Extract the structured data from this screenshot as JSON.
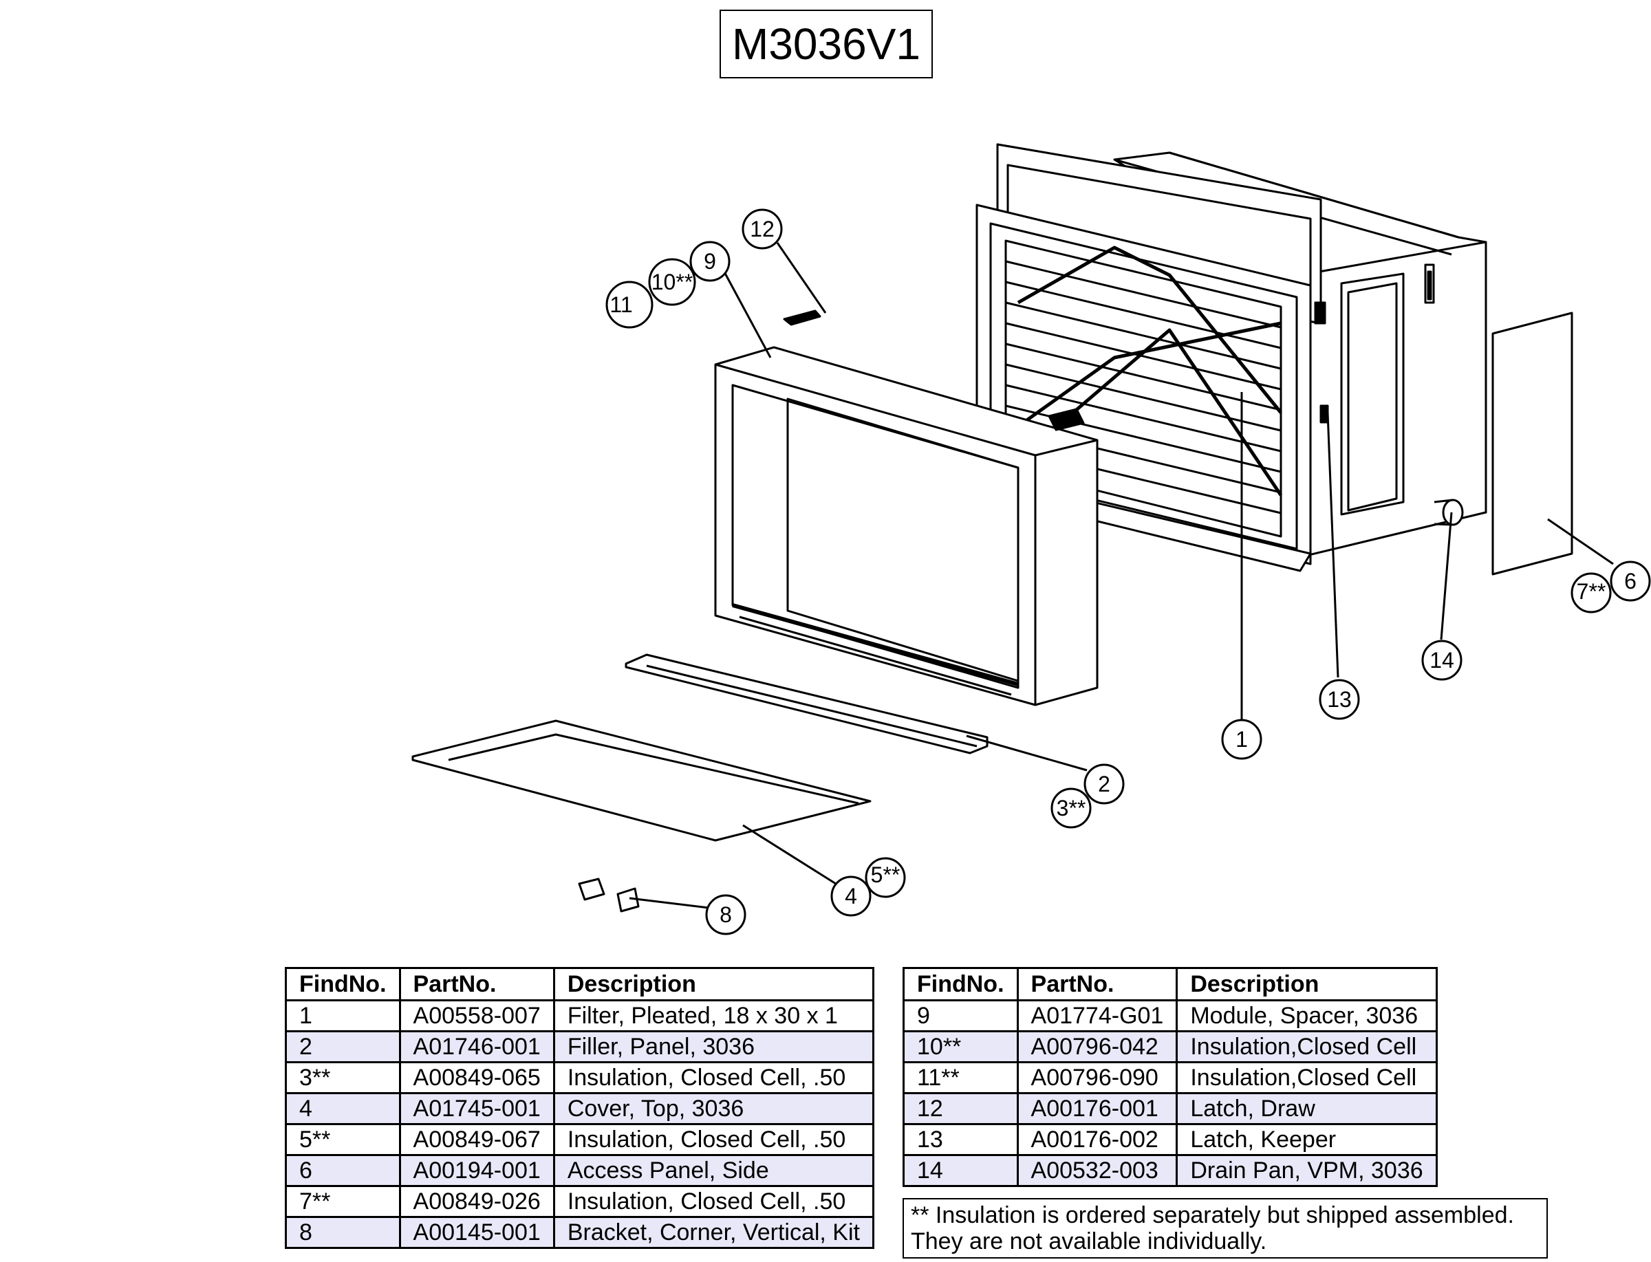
{
  "title": "M3036V1",
  "callouts": {
    "c1": "1",
    "c2": "2",
    "c3": "3**",
    "c4": "4",
    "c5": "5**",
    "c6": "6",
    "c7": "7**",
    "c8": "8",
    "c9": "9",
    "c10": "10**",
    "c11": "11",
    "c12": "12",
    "c13": "13",
    "c14": "14"
  },
  "parts_table_left": {
    "headers": [
      "FindNo.",
      "PartNo.",
      "Description"
    ],
    "rows": [
      [
        "1",
        "A00558-007",
        "Filter, Pleated, 18 x 30 x 1"
      ],
      [
        "2",
        "A01746-001",
        "Filler, Panel, 3036"
      ],
      [
        "3**",
        "A00849-065",
        "Insulation, Closed Cell, .50"
      ],
      [
        "4",
        "A01745-001",
        "Cover, Top, 3036"
      ],
      [
        "5**",
        "A00849-067",
        "Insulation, Closed Cell, .50"
      ],
      [
        "6",
        "A00194-001",
        "Access Panel, Side"
      ],
      [
        "7**",
        "A00849-026",
        "Insulation, Closed Cell, .50"
      ],
      [
        "8",
        "A00145-001",
        "Bracket, Corner, Vertical, Kit"
      ]
    ]
  },
  "parts_table_right": {
    "headers": [
      "FindNo.",
      "PartNo.",
      "Description"
    ],
    "rows": [
      [
        "9",
        "A01774-G01",
        "Module, Spacer, 3036"
      ],
      [
        "10**",
        "A00796-042",
        "Insulation,Closed Cell"
      ],
      [
        "11**",
        "A00796-090",
        "Insulation,Closed Cell"
      ],
      [
        "12",
        "A00176-001",
        "Latch, Draw"
      ],
      [
        "13",
        "A00176-002",
        "Latch, Keeper"
      ],
      [
        "14",
        "A00532-003",
        "Drain Pan, VPM, 3036"
      ]
    ]
  },
  "note": {
    "line1": "** Insulation is ordered separately but shipped assembled.",
    "line2": "They are not available individually."
  }
}
